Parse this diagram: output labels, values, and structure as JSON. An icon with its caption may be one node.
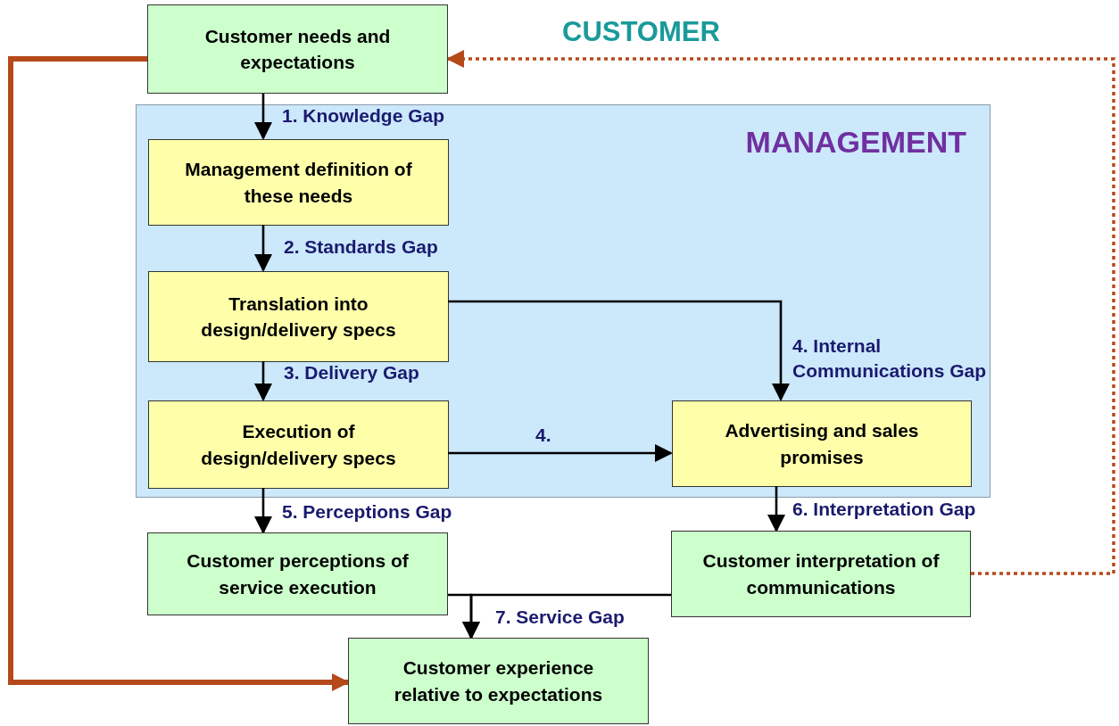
{
  "diagram": {
    "nodes": [
      {
        "text": [
          "Customer needs and expectations"
        ]
      },
      {
        "text": [
          "MANAGEMENT"
        ]
      },
      {
        "text": [
          "Management definition of these needs"
        ],
        "in": 1
      },
      {
        "text": [
          "Translation into design/delivery specs"
        ],
        "in": 1
      },
      {
        "text": [
          "Execution of design/delivery specs"
        ],
        "in": 1
      },
      {
        "text": [
          "Advertising and sales promises"
        ],
        "in": 1
      },
      {
        "text": [
          "Customer perceptions of service execution"
        ]
      },
      {
        "text": [
          "Customer interpretation of communications"
        ]
      },
      {
        "text": [
          "Customer experience relative to expectations"
        ]
      }
    ],
    "edges": [
      {
        "from": 0,
        "to": 2,
        "arrow": "to",
        "label": "1. Knowledge Gap"
      },
      {
        "from": 2,
        "to": 3,
        "arrow": "to",
        "label": "2. Standards Gap"
      },
      {
        "from": 3,
        "to": 4,
        "arrow": "to",
        "label": "3. Delivery Gap"
      },
      {
        "from": 3,
        "to": 5,
        "arrow": "to",
        "label": "4. Internal Communications Gap"
      },
      {
        "from": 4,
        "to": 5,
        "arrow": "to",
        "label": "4."
      },
      {
        "from": 4,
        "to": 6,
        "arrow": "to",
        "label": "5. Perceptions Gap"
      },
      {
        "from": 5,
        "to": 7,
        "arrow": "to",
        "label": "6. Interpretation Gap"
      },
      {
        "from": 6,
        "to": 8,
        "arrow": "to",
        "label": "7. Service Gap"
      },
      {
        "from": 7,
        "to": 8,
        "arrow": "to"
      },
      {
        "from": 0,
        "to": 8,
        "arrow": "to",
        "style": "thick",
        "color": "#b5491a"
      },
      {
        "from": 7,
        "to": 0,
        "arrow": "to",
        "style": "dashed",
        "color": "#b5491a"
      }
    ],
    "labels": [
      "CUSTOMER"
    ]
  }
}
